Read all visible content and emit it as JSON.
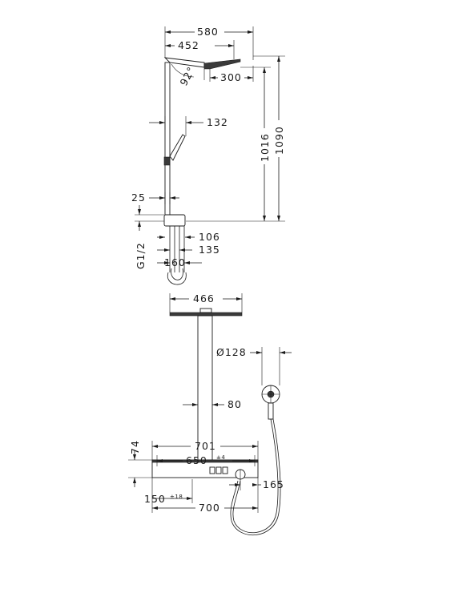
{
  "dimensions": {
    "d580": "580",
    "d452": "452",
    "d92deg": "92°",
    "d300": "300",
    "d1016": "1016",
    "d1090": "1090",
    "d132": "132",
    "d25": "25",
    "d106": "106",
    "d135": "135",
    "thread": "G1/2",
    "d160": "160",
    "d466": "466",
    "d128": "Ø128",
    "d80": "80",
    "d74": "74",
    "d701": "701",
    "d650": "650",
    "d650_tol": "±4",
    "d165": "165",
    "d150": "150",
    "d150_tol": "±18",
    "d700": "700"
  }
}
